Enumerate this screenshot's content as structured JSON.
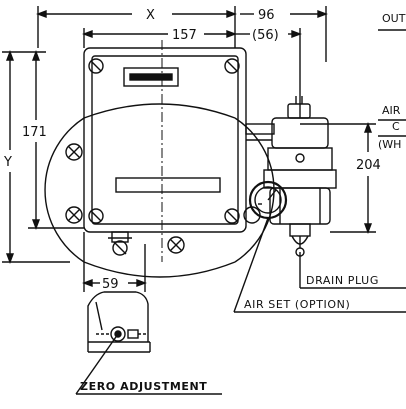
{
  "dimensions": {
    "x": "X",
    "x_sub": "157",
    "right_width": "96",
    "right_paren": "(56)",
    "y": "Y",
    "height_171": "171",
    "height_204": "204",
    "bottom_59": "59"
  },
  "labels": {
    "drain_plug": "DRAIN PLUG",
    "air_set": "AIR SET (OPTION)",
    "zero_adjustment": "ZERO ADJUSTMENT"
  },
  "side_text": {
    "line1": "OUT",
    "line2": "AIR",
    "line3": "C",
    "line4": "(WH"
  }
}
